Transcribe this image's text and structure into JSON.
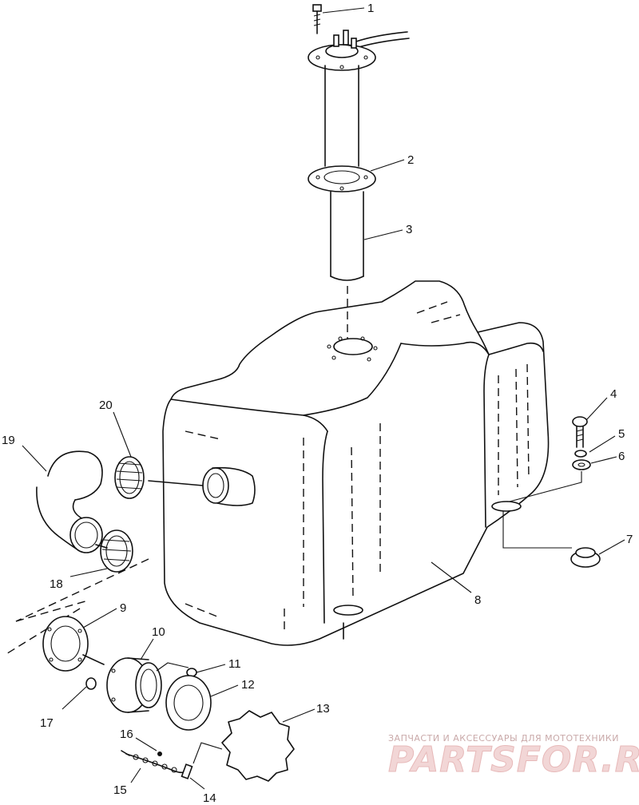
{
  "callouts": {
    "c1": "1",
    "c2": "2",
    "c3": "3",
    "c4": "4",
    "c5": "5",
    "c6": "6",
    "c7": "7",
    "c8": "8",
    "c9": "9",
    "c10": "10",
    "c11": "11",
    "c12": "12",
    "c13": "13",
    "c14": "14",
    "c15": "15",
    "c16": "16",
    "c17": "17",
    "c18": "18",
    "c19": "19",
    "c20": "20"
  },
  "watermark": {
    "tagline": "ЗАПЧАСТИ И АКСЕССУАРЫ ДЛЯ МОТОТЕХНИКИ",
    "logo": "PARTSFOR.RU"
  },
  "colors": {
    "line": "#111111",
    "background": "#ffffff",
    "watermark": "#e7b9b9"
  }
}
